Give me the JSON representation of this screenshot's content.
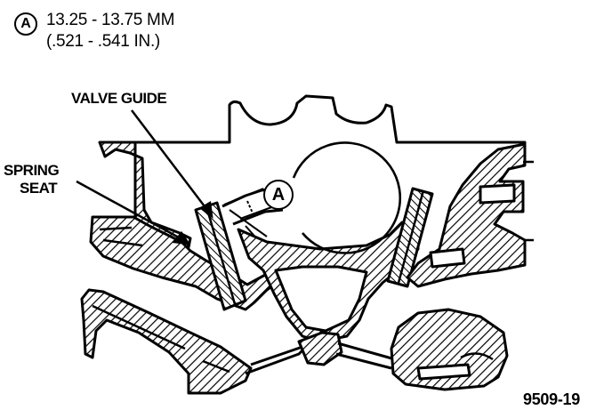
{
  "legend": {
    "marker": "A",
    "spec_line1": "13.25 - 13.75 MM",
    "spec_line2": "(.521 - .541 IN.)"
  },
  "callouts": {
    "valve_guide": "VALVE GUIDE",
    "spring_seat_line1": "SPRING",
    "spring_seat_line2": "SEAT",
    "dimension_marker": "A"
  },
  "figure_number": "9509-19",
  "colors": {
    "ink": "#000000",
    "paper": "#ffffff"
  }
}
